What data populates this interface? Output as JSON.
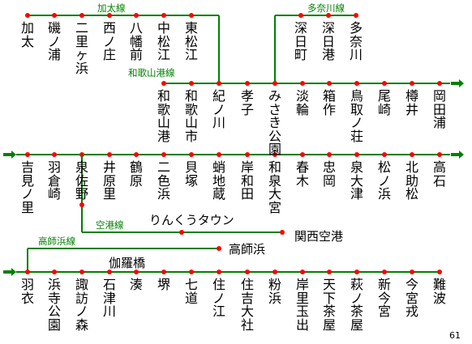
{
  "line_names": {
    "kada": "加太線",
    "tanagawa": "多奈川線",
    "wakayamako": "和歌山港線",
    "airport": "空港線",
    "takashinohama": "高師浜線"
  },
  "rows": {
    "kada": [
      "加太",
      "磯ノ浦",
      "二里ヶ浜",
      "西ノ庄",
      "八幡前",
      "中松江",
      "東松江"
    ],
    "tanagawa": [
      "深日町",
      "深日港",
      "多奈川"
    ],
    "row2": [
      "和歌山港",
      "和歌山市",
      "紀ノ川",
      "孝子",
      "みさき公園",
      "淡輪",
      "箱作",
      "鳥取ノ荘",
      "尾崎",
      "樽井",
      "岡田浦"
    ],
    "row3": [
      "吉見ノ里",
      "羽倉崎",
      "泉佐野",
      "井原里",
      "鶴原",
      "二色浜",
      "貝塚",
      "蛸地蔵",
      "岸和田",
      "和泉大宮",
      "春木",
      "忠岡",
      "泉大津",
      "松ノ浜",
      "北助松",
      "高石"
    ],
    "row5": [
      "羽衣",
      "浜寺公園",
      "諏訪ノ森",
      "石津川",
      "湊",
      "堺",
      "七道",
      "住ノ江",
      "住吉大社",
      "粉浜",
      "岸里玉出",
      "天下茶屋",
      "萩ノ茶屋",
      "新今宮",
      "今宮戎",
      "難波"
    ]
  },
  "airport_stations": [
    "りんくうタウン",
    "関西空港"
  ],
  "takashinohama_stations": [
    "高師浜"
  ],
  "kyarabashi": "伽羅橋",
  "page_number": "61",
  "colors": {
    "line": "#008000",
    "station": "#ff0000",
    "text": "#000000",
    "line_label": "#008000"
  }
}
